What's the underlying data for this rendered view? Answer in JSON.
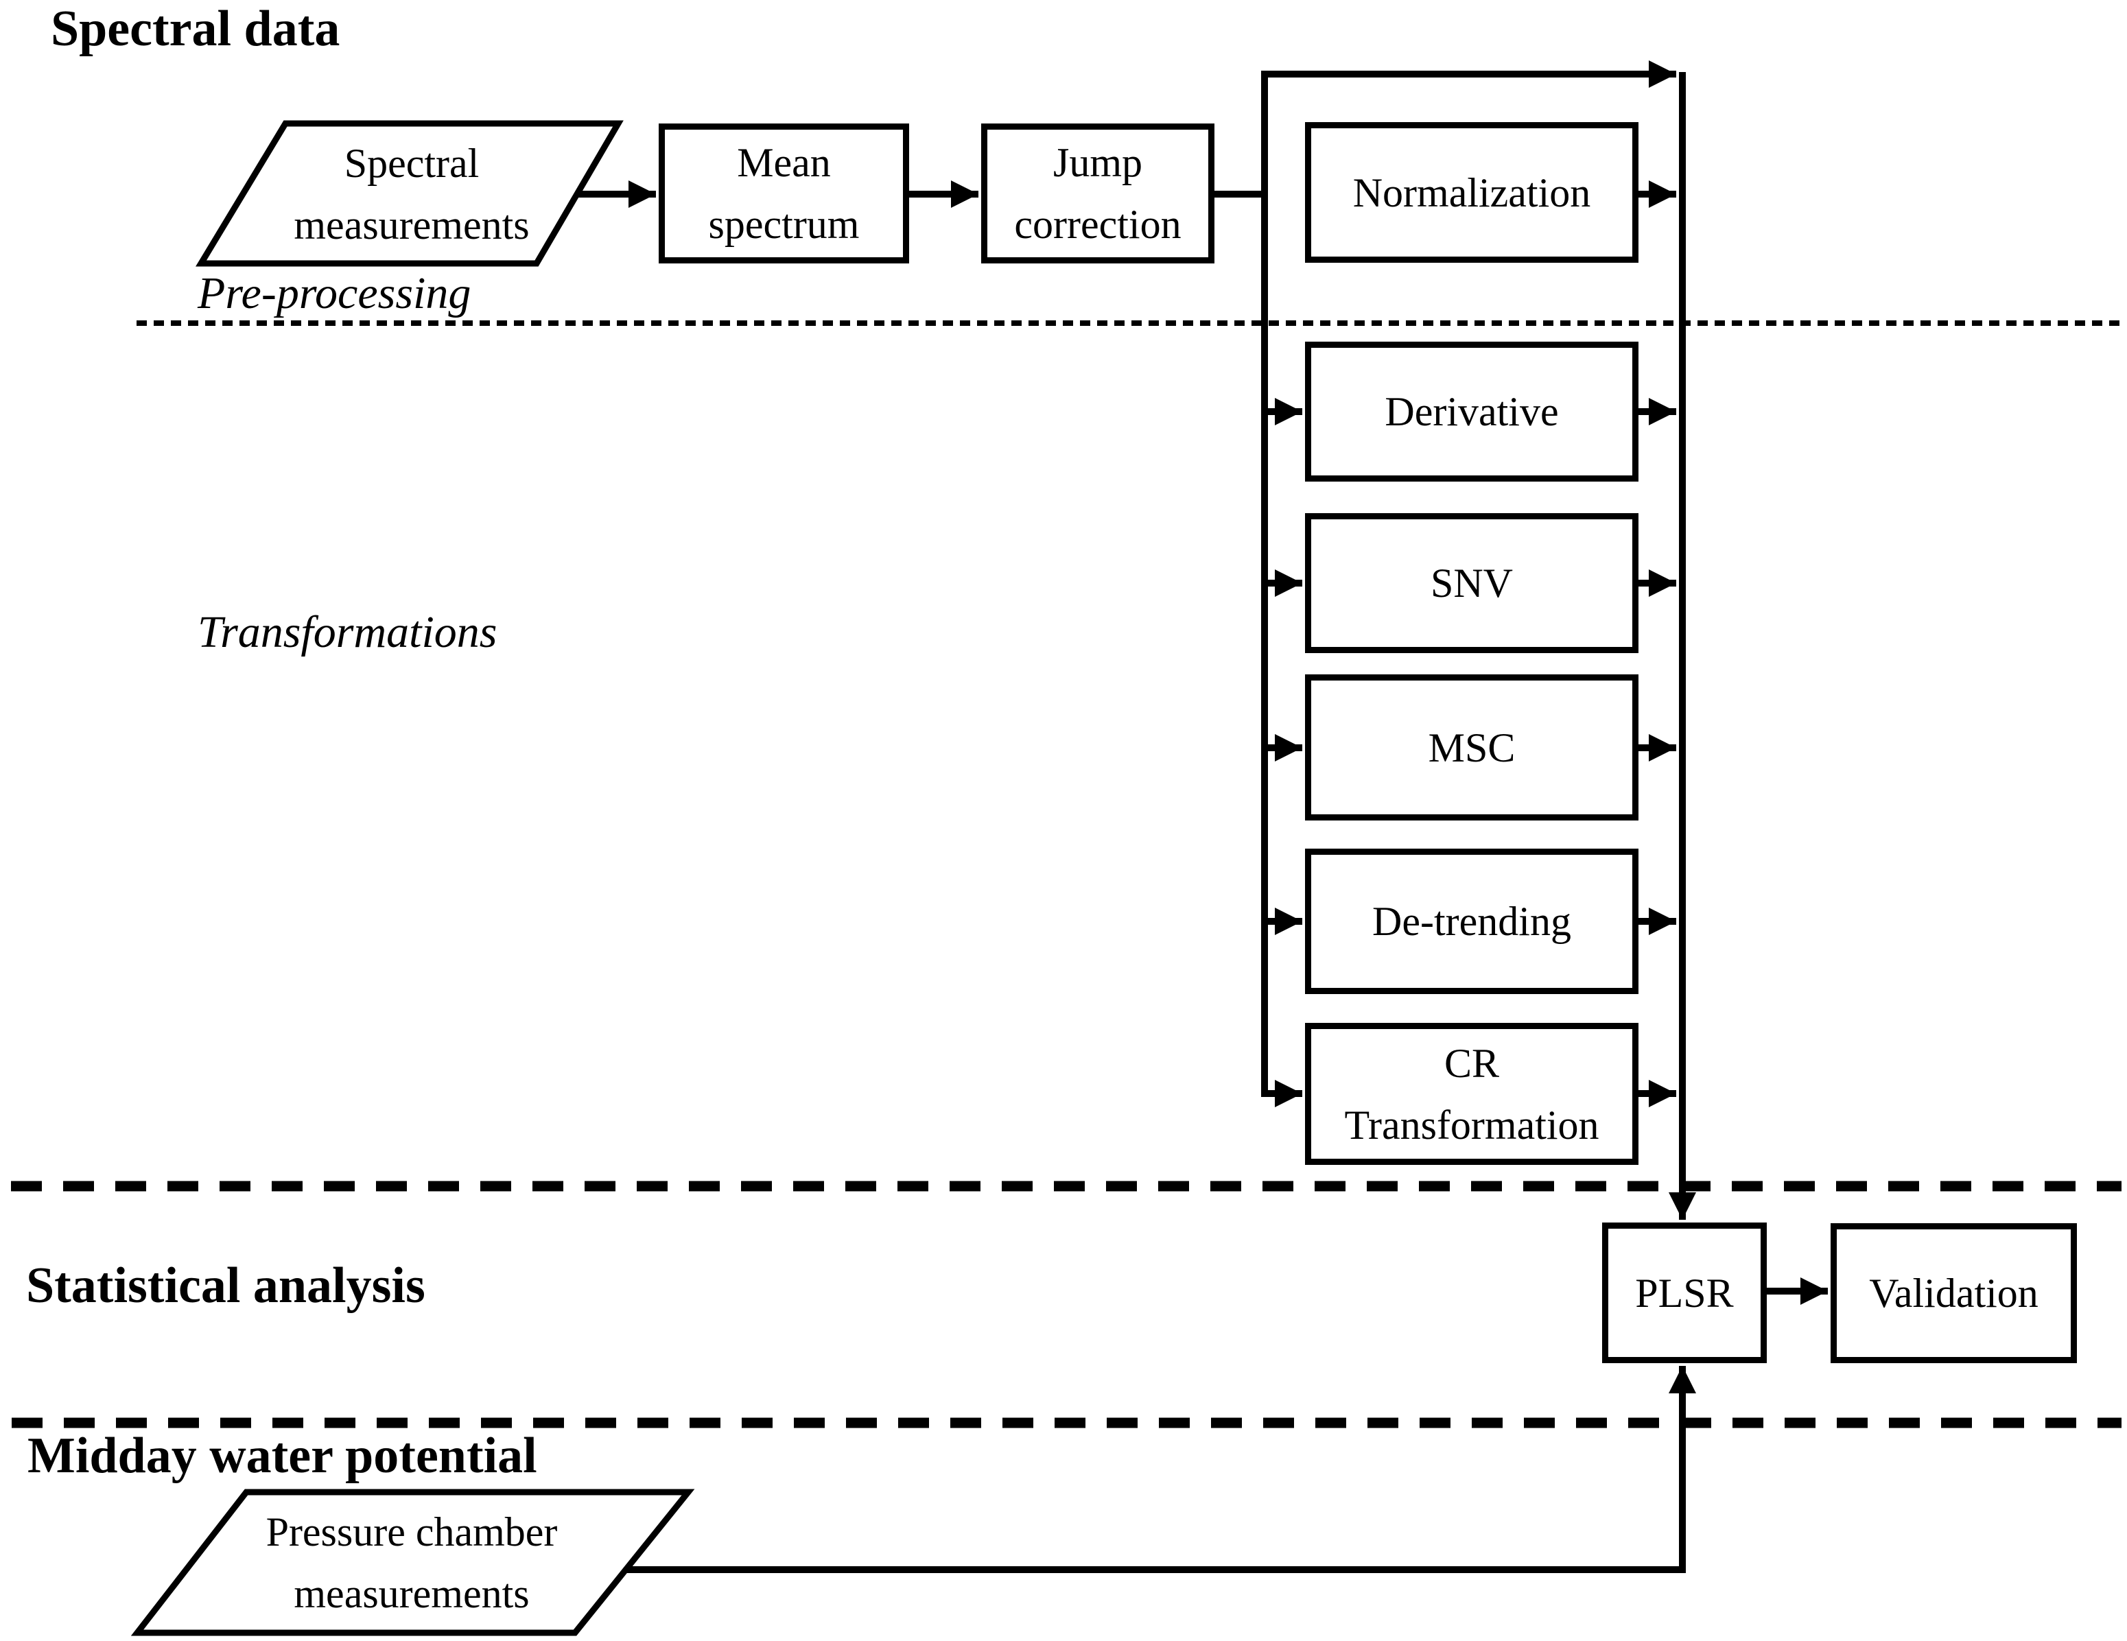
{
  "sections": {
    "spectral_data": "Spectral data",
    "statistical_analysis": "Statistical analysis",
    "midday_water_potential": "Midday water potential"
  },
  "zone_labels": {
    "pre_processing": "Pre-processing",
    "transformations": "Transformations"
  },
  "nodes": {
    "spectral_measurements": "Spectral measurements",
    "mean_spectrum": "Mean spectrum",
    "jump_correction": "Jump correction",
    "normalization": "Normalization",
    "derivative": "Derivative",
    "snv": "SNV",
    "msc": "MSC",
    "de_trending": "De-trending",
    "cr_transformation": "CR Transformation",
    "plsr": "PLSR",
    "validation": "Validation",
    "pressure_chamber": "Pressure chamber measurements"
  },
  "colors": {
    "line": "#000000",
    "background": "#ffffff",
    "text": "#000000"
  }
}
